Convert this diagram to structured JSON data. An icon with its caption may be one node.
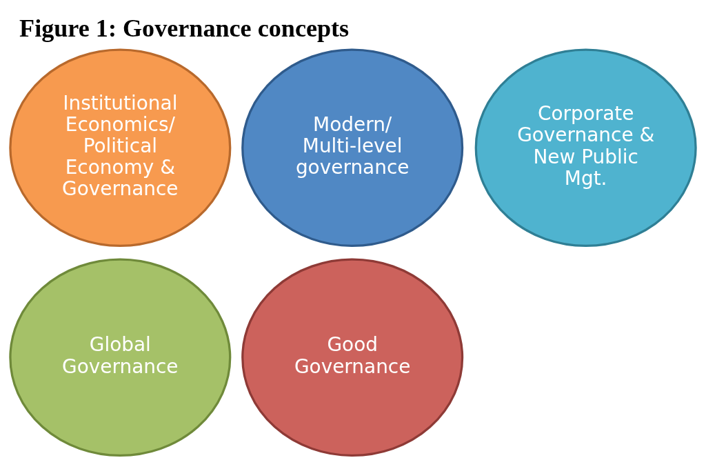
{
  "diagram": {
    "title": "Figure 1: Governance concepts",
    "nodes": [
      {
        "text": [
          "Institutional Economics/ Political Economy & Governance"
        ]
      },
      {
        "text": [
          "Modern/ Multi-level governance"
        ]
      },
      {
        "text": [
          "Corporate Governance & New Public Mgt."
        ]
      },
      {
        "text": [
          "Global Governance"
        ]
      },
      {
        "text": [
          "Good Governance"
        ]
      }
    ]
  }
}
